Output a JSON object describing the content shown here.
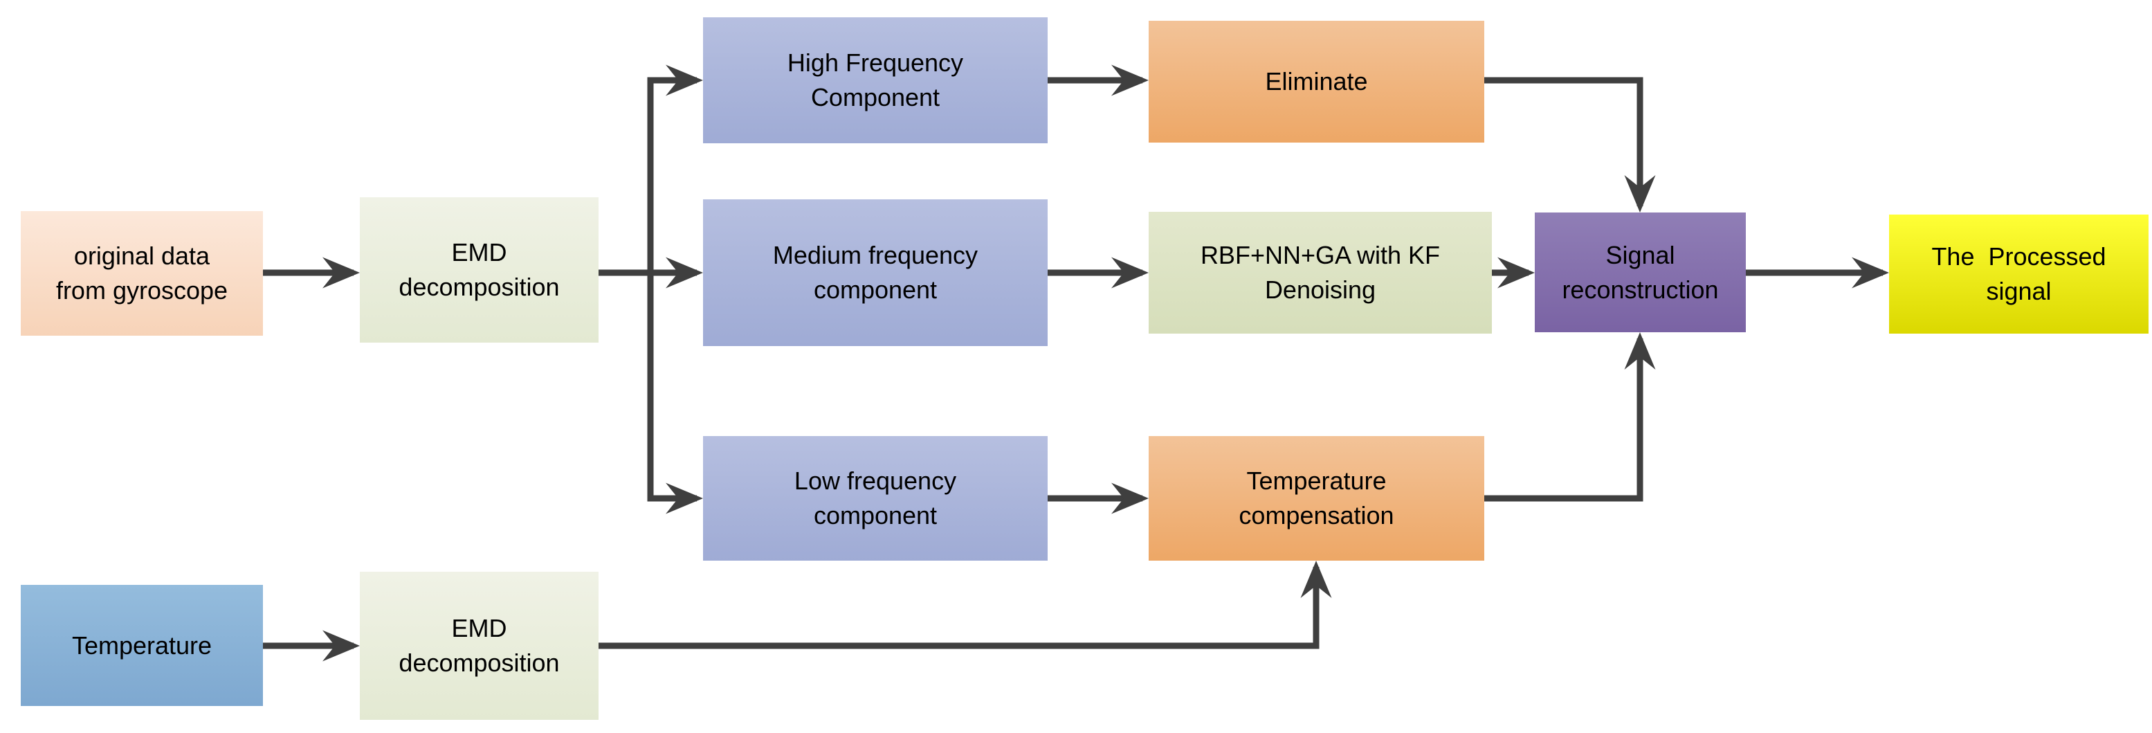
{
  "diagram": {
    "title": "EMD-based gyroscope signal denoising flowchart",
    "background_color": "#ffffff",
    "arrow_color": "#3f3f3f",
    "text_color": "#000000",
    "nodes": {
      "original_data": {
        "label": "original data from gyroscope",
        "fill_top": "#fce8da",
        "fill_bottom": "#f7d3b8"
      },
      "emd_decomposition_1": {
        "label": "EMD decomposition",
        "fill_top": "#f0f2e6",
        "fill_bottom": "#e3e9d2"
      },
      "high_frequency": {
        "label": "High Frequency Component",
        "fill_top": "#b6bfe0",
        "fill_bottom": "#9fabd5"
      },
      "eliminate": {
        "label": "Eliminate",
        "fill_top": "#f3c398",
        "fill_bottom": "#eda766"
      },
      "medium_frequency": {
        "label": "Medium frequency component",
        "fill_top": "#b6bfe0",
        "fill_bottom": "#9fabd5"
      },
      "rbf_denoising": {
        "label": "RBF+NN+GA with KF Denoising",
        "fill_top": "#e3e8cd",
        "fill_bottom": "#d6deba"
      },
      "low_frequency": {
        "label": "Low frequency component",
        "fill_top": "#b6bfe0",
        "fill_bottom": "#9fabd5"
      },
      "temperature_compensation": {
        "label": "Temperature compensation",
        "fill_top": "#f3c398",
        "fill_bottom": "#eda766"
      },
      "signal_reconstruction": {
        "label": "Signal reconstruction",
        "fill_top": "#907eb6",
        "fill_bottom": "#7a63a4"
      },
      "processed_signal": {
        "label": "The  Processed signal",
        "fill_top": "#ffff36",
        "fill_bottom": "#dbd800"
      },
      "temperature": {
        "label": "Temperature",
        "fill_top": "#94bcdd",
        "fill_bottom": "#7ea8d0"
      },
      "emd_decomposition_2": {
        "label": "EMD decomposition",
        "fill_top": "#f0f2e6",
        "fill_bottom": "#e3e9d2"
      }
    },
    "edges": [
      {
        "from": "original_data",
        "to": "emd_decomposition_1"
      },
      {
        "from": "emd_decomposition_1",
        "to": "high_frequency"
      },
      {
        "from": "emd_decomposition_1",
        "to": "medium_frequency"
      },
      {
        "from": "emd_decomposition_1",
        "to": "low_frequency"
      },
      {
        "from": "high_frequency",
        "to": "eliminate"
      },
      {
        "from": "medium_frequency",
        "to": "rbf_denoising"
      },
      {
        "from": "low_frequency",
        "to": "temperature_compensation"
      },
      {
        "from": "eliminate",
        "to": "signal_reconstruction"
      },
      {
        "from": "rbf_denoising",
        "to": "signal_reconstruction"
      },
      {
        "from": "temperature_compensation",
        "to": "signal_reconstruction"
      },
      {
        "from": "signal_reconstruction",
        "to": "processed_signal"
      },
      {
        "from": "temperature",
        "to": "emd_decomposition_2"
      },
      {
        "from": "emd_decomposition_2",
        "to": "temperature_compensation"
      }
    ]
  }
}
